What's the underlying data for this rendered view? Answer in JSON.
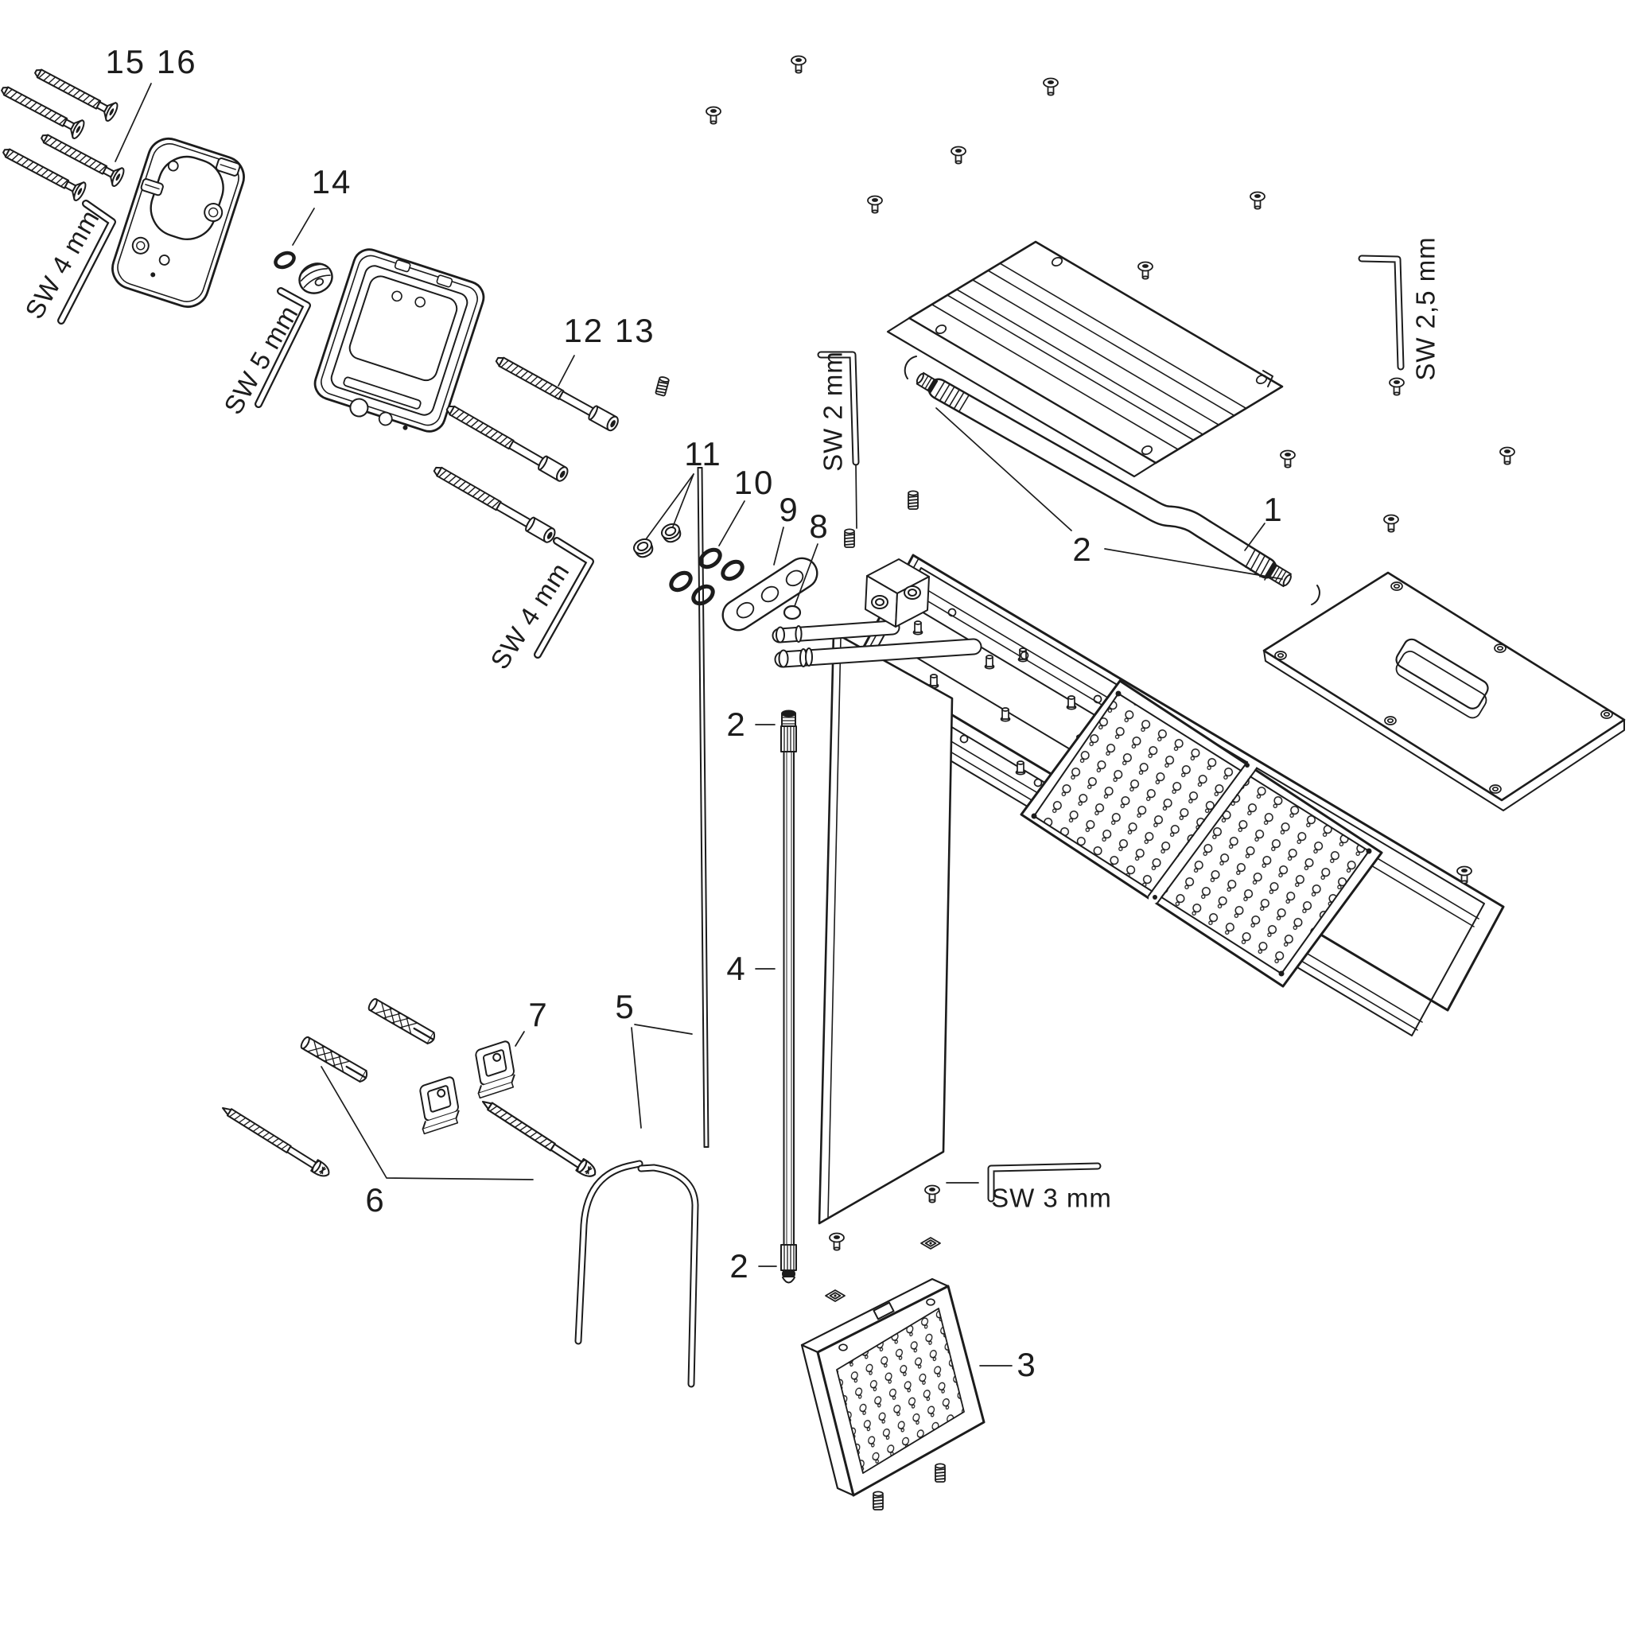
{
  "diagram_type": "exploded-parts-diagram",
  "colors": {
    "background": "#ffffff",
    "ink": "#1c1c1c"
  },
  "part_labels": {
    "p1": "1",
    "p2": "2",
    "p3": "3",
    "p4": "4",
    "p5": "5",
    "p6": "6",
    "p7": "7",
    "p8": "8",
    "p9": "9",
    "p10": "10",
    "p11": "11",
    "p12_13": "12 13",
    "p14": "14",
    "p15_16": "15 16"
  },
  "tool_labels": {
    "sw2": "SW 2 mm",
    "sw2_5": "SW 2,5 mm",
    "sw3": "SW 3 mm",
    "sw4": "SW 4 mm",
    "sw5": "SW 5 mm"
  }
}
